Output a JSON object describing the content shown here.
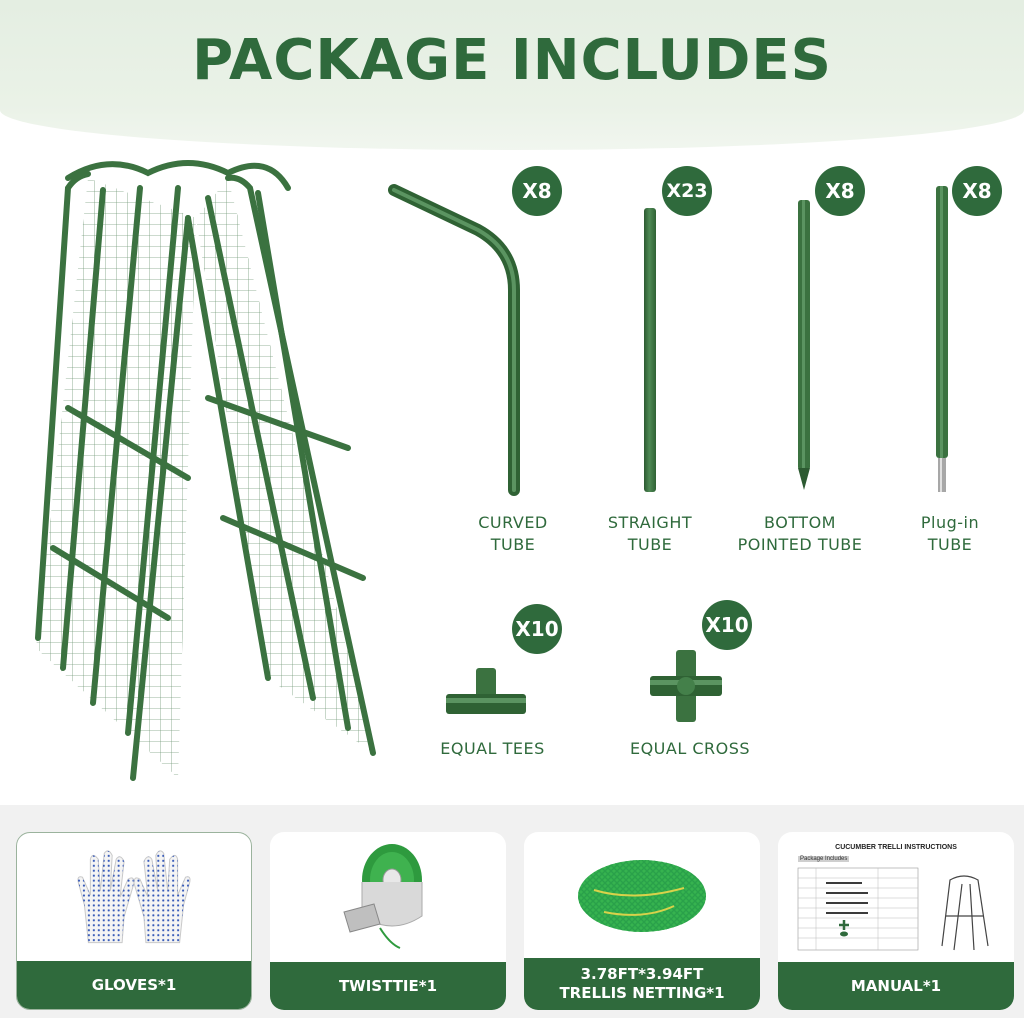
{
  "header": {
    "title": "PACKAGE INCLUDES"
  },
  "parts": [
    {
      "count": "X8",
      "label_lines": [
        "CURVED",
        "TUBE"
      ],
      "icon": "curved-tube"
    },
    {
      "count": "X23",
      "label_lines": [
        "STRAIGHT",
        "TUBE"
      ],
      "icon": "straight-tube"
    },
    {
      "count": "X8",
      "label_lines": [
        "BOTTOM",
        "POINTED TUBE"
      ],
      "icon": "pointed-tube"
    },
    {
      "count": "X8",
      "label_lines": [
        "Plug-in",
        "TUBE"
      ],
      "icon": "plug-in-tube"
    },
    {
      "count": "X10",
      "label_lines": [
        "EQUAL TEES"
      ],
      "icon": "tee-connector"
    },
    {
      "count": "X10",
      "label_lines": [
        "EQUAL CROSS"
      ],
      "icon": "cross-connector"
    }
  ],
  "accessories": [
    {
      "label_lines": [
        "GLOVES*1"
      ],
      "icon": "gloves"
    },
    {
      "label_lines": [
        "TWISTTIE*1"
      ],
      "icon": "twist-tie-reel"
    },
    {
      "label_lines": [
        "3.78FT*3.94FT",
        "TRELLIS NETTING*1"
      ],
      "icon": "trellis-netting"
    },
    {
      "label_lines": [
        "MANUAL*1"
      ],
      "icon": "manual"
    }
  ],
  "manual": {
    "title": "CUCUMBER TRELLI INSTRUCTIONS",
    "subtitle": "Package Includes"
  },
  "colors": {
    "brand_green": "#2f6a3c",
    "header_band": "#e4eee2",
    "footer_band": "#f1f1f1"
  }
}
